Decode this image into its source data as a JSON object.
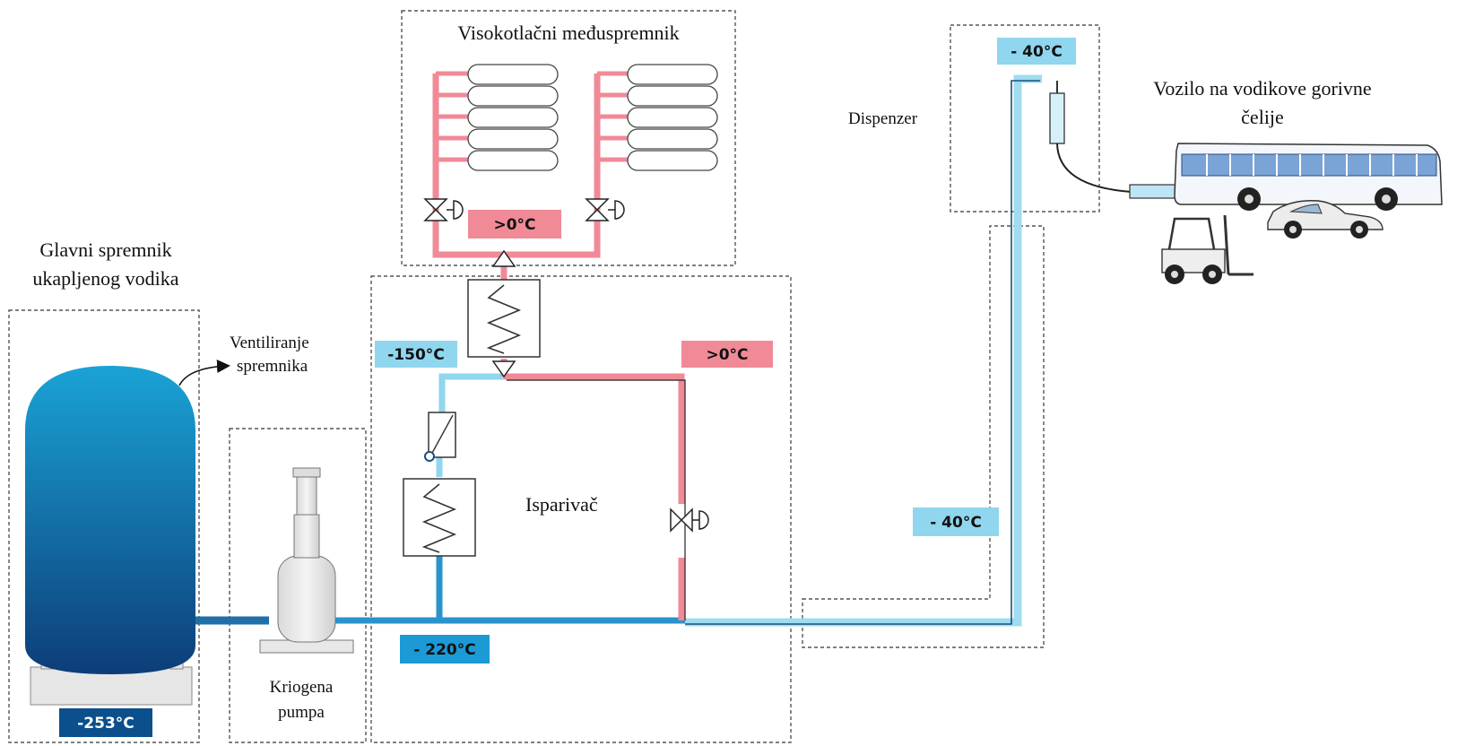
{
  "labels": {
    "main_tank": [
      "Glavni spremnik",
      "ukapljenog vodika"
    ],
    "venting": [
      "Ventiliranje",
      "spremnika"
    ],
    "pump": [
      "Kriogena",
      "pumpa"
    ],
    "buffer": "Visokotlačni međuspremnik",
    "evaporator": "Isparivač",
    "dispenser": "Dispenzer",
    "vehicle": [
      "Vozilo na vodikove gorivne",
      "čelije"
    ]
  },
  "temperatures": {
    "tank": "-253°C",
    "pump_line": "- 220°C",
    "evap_cold": "-150°C",
    "evap_warm": ">0°C",
    "buffer": ">0°C",
    "line_to_dispenser": "- 40°C",
    "dispenser": "- 40°C"
  },
  "colors": {
    "hot": "#f08a96",
    "cold": "#8fd6ee",
    "cryo": "#1f7fb8",
    "tank_dark": "#0d3d78",
    "tank_light": "#1aa3d6",
    "badge_dark": "#0b4f8c",
    "badge_mid": "#1b9ad6",
    "badge_light": "#8fd6ee",
    "badge_hot": "#f08a96"
  }
}
